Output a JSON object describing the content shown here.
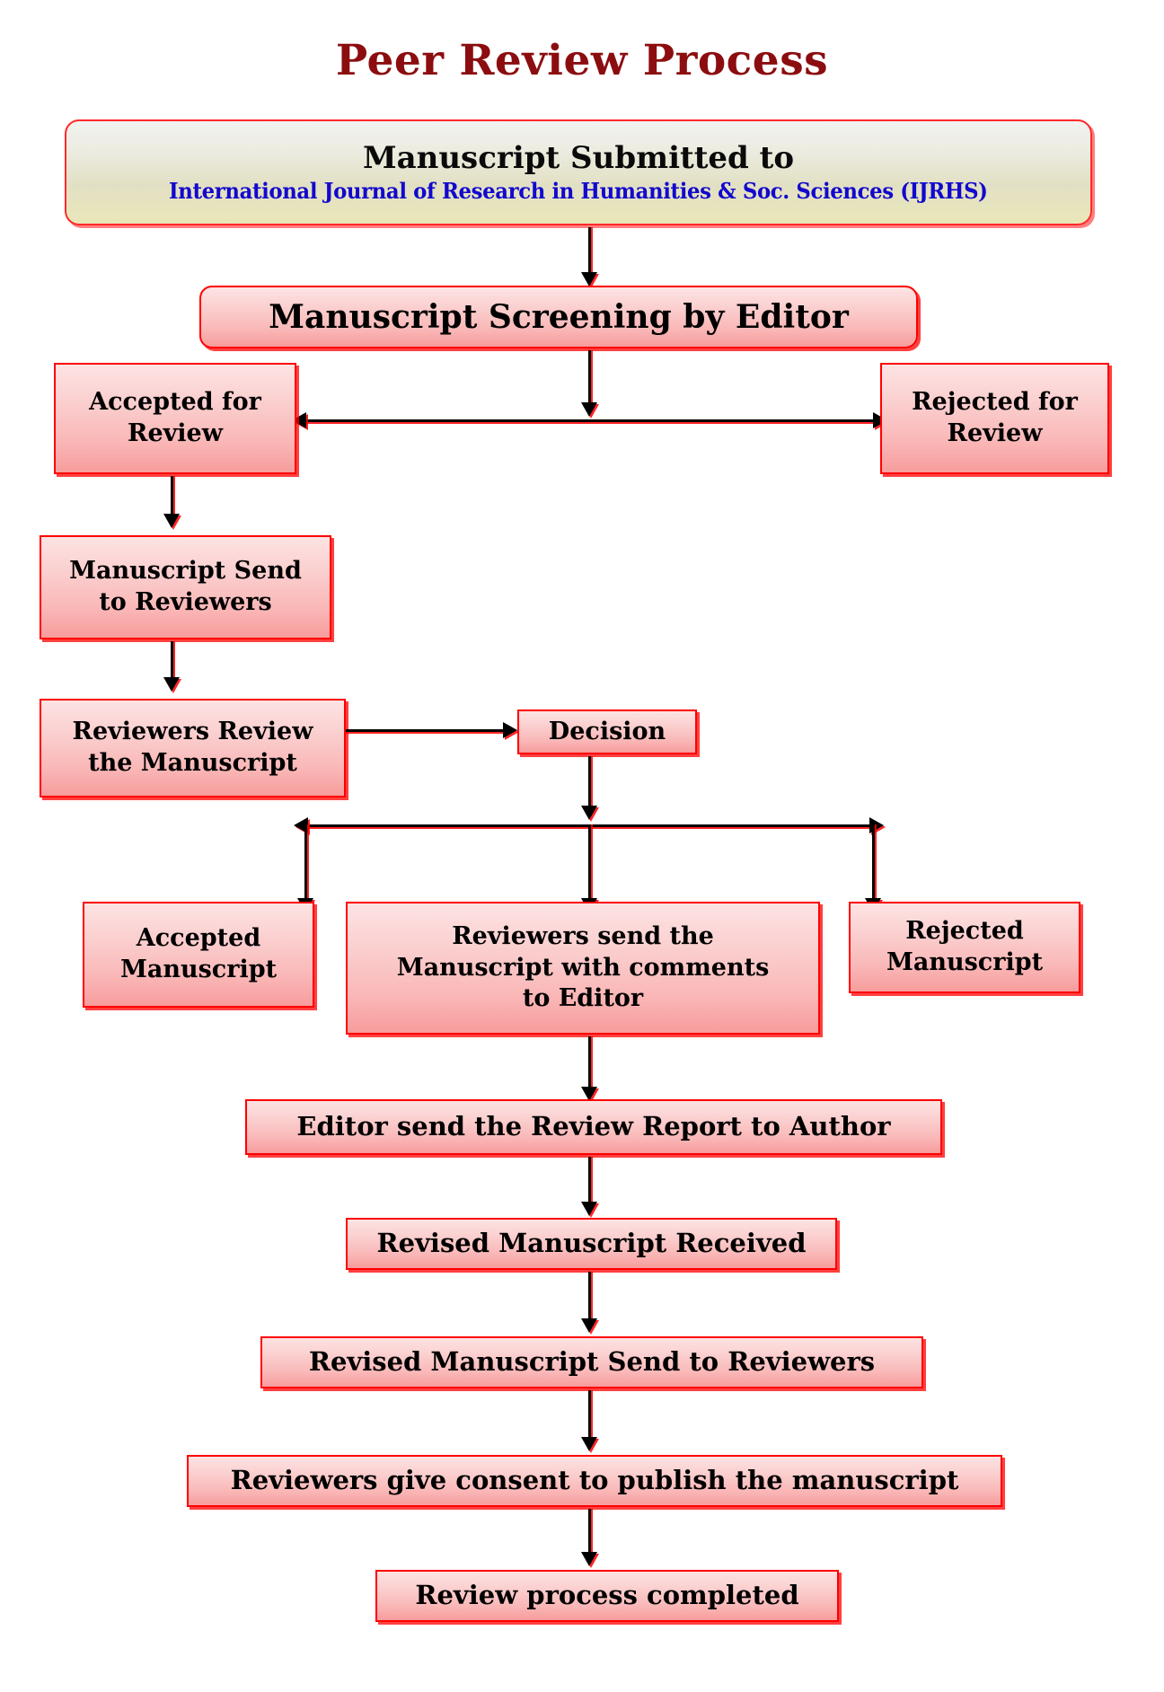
{
  "page": {
    "title": "Peer Review Process",
    "title_color": "#8B0D10",
    "background": "#ffffff",
    "box_border_color": "#FF0000",
    "box_fill_top": "#FDE3E3",
    "box_fill_bottom": "#F79C9C",
    "header_fill_top": "#F2F2F0",
    "header_fill_bottom": "#E9E7B8",
    "journal_text_color": "#1208CE",
    "connector_color": "#000000",
    "connector_shadow_color": "#FF0000"
  },
  "nodes": {
    "submitted_line1": "Manuscript Submitted to",
    "submitted_line2": "International Journal of Research in Humanities & Soc. Sciences (IJRHS)",
    "screening": "Manuscript Screening by Editor",
    "accepted_for_review_l1": "Accepted for",
    "accepted_for_review_l2": "Review",
    "rejected_for_review_l1": "Rejected for",
    "rejected_for_review_l2": "Review",
    "send_to_reviewers_l1": "Manuscript Send",
    "send_to_reviewers_l2": "to Reviewers",
    "reviewers_review_l1": "Reviewers Review",
    "reviewers_review_l2": "the Manuscript",
    "decision": "Decision",
    "accepted_manuscript_l1": "Accepted",
    "accepted_manuscript_l2": "Manuscript",
    "reviewers_send_l1": "Reviewers send the",
    "reviewers_send_l2": "Manuscript with comments",
    "reviewers_send_l3": "to  Editor",
    "rejected_manuscript_l1": "Rejected",
    "rejected_manuscript_l2": "Manuscript",
    "editor_send_report": "Editor send the Review Report to Author",
    "revised_received": "Revised  Manuscript Received",
    "revised_send_reviewers": "Revised  Manuscript Send to Reviewers",
    "reviewers_consent": "Reviewers give consent to publish the manuscript",
    "process_completed": "Review process completed"
  }
}
